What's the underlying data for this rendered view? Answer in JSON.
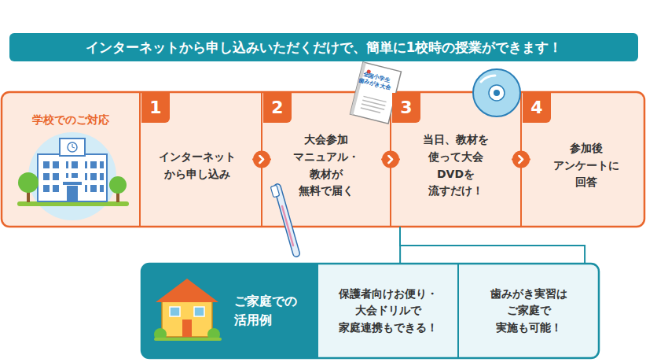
{
  "diagram": {
    "title": "インターネットから申し込みいただくだけで、簡単に1校時の授業ができます！",
    "nodes": [
      {
        "text": [
          "学校でのご対応"
        ]
      },
      {
        "text": [
          "1",
          "インターネット から申し込み"
        ],
        "in": 0
      },
      {
        "text": [
          "2",
          "大会参加 マニュアル・ 教材が 無料で届く"
        ],
        "in": 0
      },
      {
        "text": [
          "3",
          "当日、教材を 使って大会 DVDを 流すだけ！"
        ],
        "in": 0
      },
      {
        "text": [
          "4",
          "参加後 アンケートに 回答"
        ],
        "in": 0
      },
      {
        "text": [
          "ご家庭での 活用例"
        ]
      },
      {
        "text": [
          "保護者向けお便り・ 大会ドリルで 家庭連携もできる！"
        ],
        "in": 5
      },
      {
        "text": [
          "歯みがき実習は ご家庭で 実施も可能！"
        ],
        "in": 5
      }
    ],
    "edges": [
      {
        "from": 1,
        "to": 2,
        "arrow": "to"
      },
      {
        "from": 2,
        "to": 3,
        "arrow": "to"
      },
      {
        "from": 3,
        "to": 4,
        "arrow": "to"
      },
      {
        "from": 3,
        "to": 6,
        "arrow": "none"
      },
      {
        "from": 3,
        "to": 7,
        "arrow": "none"
      }
    ],
    "labels": [
      "全国小学生 歯みがき大会"
    ]
  }
}
